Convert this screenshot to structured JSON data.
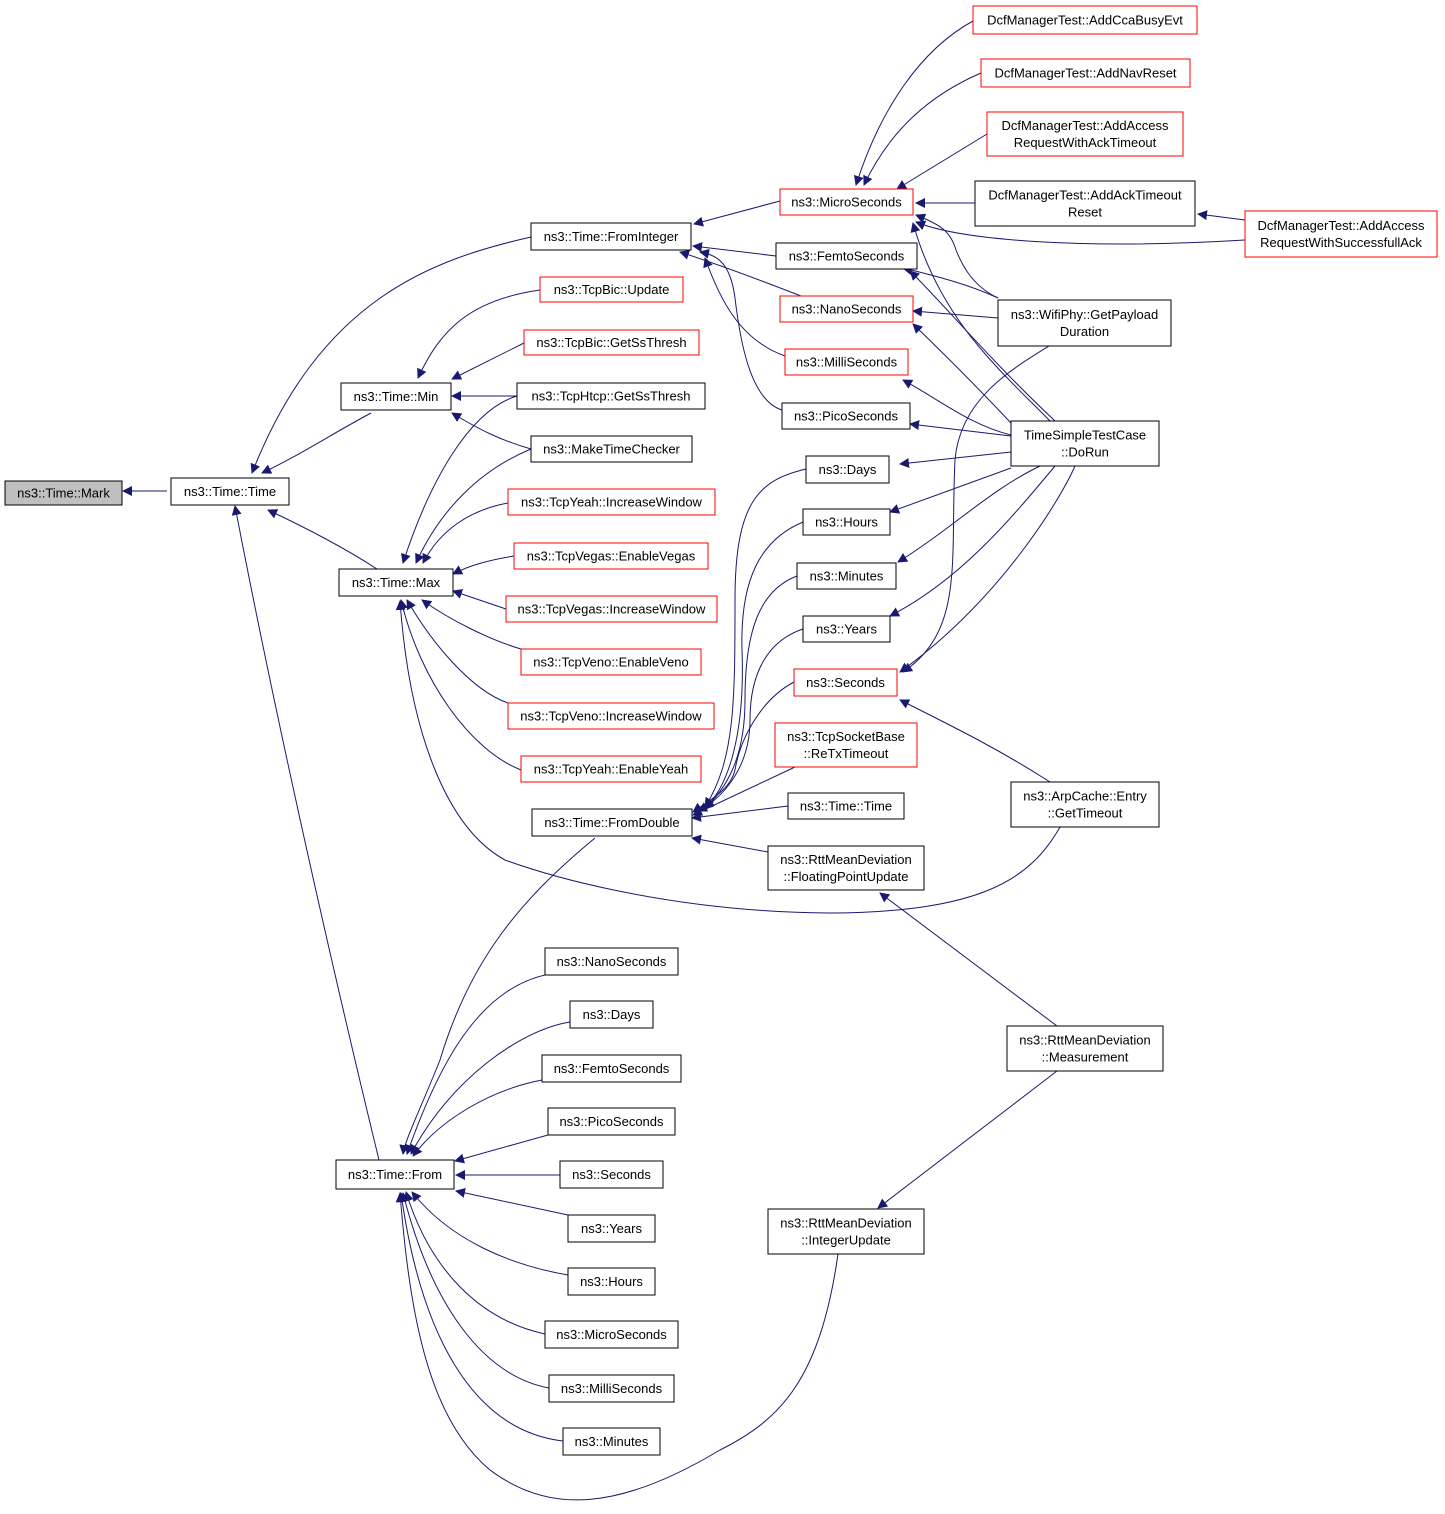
{
  "colors": {
    "edge": "#191970",
    "node_border": "#000000",
    "truncated_border": "#ff0000",
    "root_fill": "#bfbfbf"
  },
  "nodes": [
    {
      "id": "mark",
      "lines": [
        "ns3::Time::Mark"
      ],
      "style": "root"
    },
    {
      "id": "time_ctor",
      "lines": [
        "ns3::Time::Time"
      ],
      "style": "black"
    },
    {
      "id": "min",
      "lines": [
        "ns3::Time::Min"
      ],
      "style": "black"
    },
    {
      "id": "max",
      "lines": [
        "ns3::Time::Max"
      ],
      "style": "black"
    },
    {
      "id": "from",
      "lines": [
        "ns3::Time::From"
      ],
      "style": "black"
    },
    {
      "id": "fromint",
      "lines": [
        "ns3::Time::FromInteger"
      ],
      "style": "black"
    },
    {
      "id": "fromdbl",
      "lines": [
        "ns3::Time::FromDouble"
      ],
      "style": "black"
    },
    {
      "id": "bic_update",
      "lines": [
        "ns3::TcpBic::Update"
      ],
      "style": "red"
    },
    {
      "id": "bic_ss",
      "lines": [
        "ns3::TcpBic::GetSsThresh"
      ],
      "style": "red"
    },
    {
      "id": "htcp_ss",
      "lines": [
        "ns3::TcpHtcp::GetSsThresh"
      ],
      "style": "black"
    },
    {
      "id": "mtc",
      "lines": [
        "ns3::MakeTimeChecker"
      ],
      "style": "black"
    },
    {
      "id": "yeah_inc",
      "lines": [
        "ns3::TcpYeah::IncreaseWindow"
      ],
      "style": "red"
    },
    {
      "id": "vegas_en",
      "lines": [
        "ns3::TcpVegas::EnableVegas"
      ],
      "style": "red"
    },
    {
      "id": "vegas_inc",
      "lines": [
        "ns3::TcpVegas::IncreaseWindow"
      ],
      "style": "red"
    },
    {
      "id": "veno_en",
      "lines": [
        "ns3::TcpVeno::EnableVeno"
      ],
      "style": "red"
    },
    {
      "id": "veno_inc",
      "lines": [
        "ns3::TcpVeno::IncreaseWindow"
      ],
      "style": "red"
    },
    {
      "id": "yeah_en",
      "lines": [
        "ns3::TcpYeah::EnableYeah"
      ],
      "style": "red"
    },
    {
      "id": "i_micro",
      "lines": [
        "ns3::MicroSeconds"
      ],
      "style": "red"
    },
    {
      "id": "i_femto",
      "lines": [
        "ns3::FemtoSeconds"
      ],
      "style": "black"
    },
    {
      "id": "i_nano",
      "lines": [
        "ns3::NanoSeconds"
      ],
      "style": "red"
    },
    {
      "id": "i_milli",
      "lines": [
        "ns3::MilliSeconds"
      ],
      "style": "red"
    },
    {
      "id": "i_pico",
      "lines": [
        "ns3::PicoSeconds"
      ],
      "style": "black"
    },
    {
      "id": "d_days",
      "lines": [
        "ns3::Days"
      ],
      "style": "black"
    },
    {
      "id": "d_hours",
      "lines": [
        "ns3::Hours"
      ],
      "style": "black"
    },
    {
      "id": "d_minutes",
      "lines": [
        "ns3::Minutes"
      ],
      "style": "black"
    },
    {
      "id": "d_years",
      "lines": [
        "ns3::Years"
      ],
      "style": "black"
    },
    {
      "id": "d_seconds",
      "lines": [
        "ns3::Seconds"
      ],
      "style": "red"
    },
    {
      "id": "retx",
      "lines": [
        "ns3::TcpSocketBase",
        "::ReTxTimeout"
      ],
      "style": "red"
    },
    {
      "id": "time2",
      "lines": [
        "ns3::Time::Time"
      ],
      "style": "black"
    },
    {
      "id": "fpu",
      "lines": [
        "ns3::RttMeanDeviation",
        "::FloatingPointUpdate"
      ],
      "style": "black"
    },
    {
      "id": "f_nano",
      "lines": [
        "ns3::NanoSeconds"
      ],
      "style": "black"
    },
    {
      "id": "f_days",
      "lines": [
        "ns3::Days"
      ],
      "style": "black"
    },
    {
      "id": "f_femto",
      "lines": [
        "ns3::FemtoSeconds"
      ],
      "style": "black"
    },
    {
      "id": "f_pico",
      "lines": [
        "ns3::PicoSeconds"
      ],
      "style": "black"
    },
    {
      "id": "f_seconds",
      "lines": [
        "ns3::Seconds"
      ],
      "style": "black"
    },
    {
      "id": "f_years",
      "lines": [
        "ns3::Years"
      ],
      "style": "black"
    },
    {
      "id": "f_hours",
      "lines": [
        "ns3::Hours"
      ],
      "style": "black"
    },
    {
      "id": "f_micro",
      "lines": [
        "ns3::MicroSeconds"
      ],
      "style": "black"
    },
    {
      "id": "f_milli",
      "lines": [
        "ns3::MilliSeconds"
      ],
      "style": "black"
    },
    {
      "id": "f_minutes",
      "lines": [
        "ns3::Minutes"
      ],
      "style": "black"
    },
    {
      "id": "dcf_cca",
      "lines": [
        "DcfManagerTest::AddCcaBusyEvt"
      ],
      "style": "red"
    },
    {
      "id": "dcf_nav",
      "lines": [
        "DcfManagerTest::AddNavReset"
      ],
      "style": "red"
    },
    {
      "id": "dcf_acc_to",
      "lines": [
        "DcfManagerTest::AddAccess",
        "RequestWithAckTimeout"
      ],
      "style": "red"
    },
    {
      "id": "dcf_ack_reset",
      "lines": [
        "DcfManagerTest::AddAckTimeout",
        "Reset"
      ],
      "style": "black"
    },
    {
      "id": "dcf_acc_succ",
      "lines": [
        "DcfManagerTest::AddAccess",
        "RequestWithSuccessfullAck"
      ],
      "style": "red"
    },
    {
      "id": "wifi",
      "lines": [
        "ns3::WifiPhy::GetPayload",
        "Duration"
      ],
      "style": "black"
    },
    {
      "id": "tstc",
      "lines": [
        "TimeSimpleTestCase",
        "::DoRun"
      ],
      "style": "black"
    },
    {
      "id": "arp",
      "lines": [
        "ns3::ArpCache::Entry",
        "::GetTimeout"
      ],
      "style": "black"
    },
    {
      "id": "rtt_meas",
      "lines": [
        "ns3::RttMeanDeviation",
        "::Measurement"
      ],
      "style": "black"
    },
    {
      "id": "rtt_int",
      "lines": [
        "ns3::RttMeanDeviation",
        "::IntegerUpdate"
      ],
      "style": "black"
    }
  ]
}
